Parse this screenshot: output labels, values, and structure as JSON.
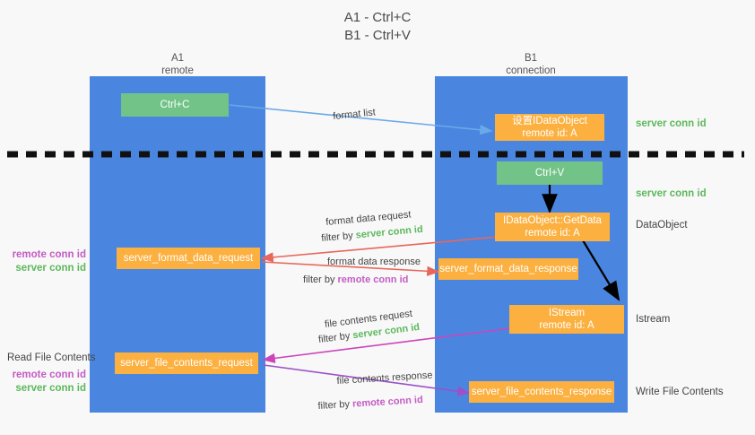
{
  "title": {
    "line1": "A1 - Ctrl+C",
    "line2": "B1 - Ctrl+V"
  },
  "columns": [
    {
      "name": "A1",
      "sub": "remote"
    },
    {
      "name": "B1",
      "sub": "connection"
    }
  ],
  "colors": {
    "lane": "#4a86e0",
    "green_box": "#72c387",
    "orange_box": "#fbb040",
    "server_conn_id": "#5cb85c",
    "remote_conn_id": "#c45bc4",
    "arrow_blue": "#6aa9e9",
    "arrow_red": "#e8665a",
    "arrow_magenta": "#cc44bb",
    "arrow_purple": "#9b51c9",
    "arrow_black": "#000000",
    "divider": "#111111",
    "background": "#f8f8f8"
  },
  "boxes": {
    "ctrl_c": {
      "line1": "Ctrl+C",
      "line2": ""
    },
    "set_dataobject": {
      "line1": "设置IDataObject",
      "line2": "remote id: A"
    },
    "ctrl_v": {
      "line1": "Ctrl+V",
      "line2": ""
    },
    "getdata": {
      "line1": "IDataObject::GetData",
      "line2": "remote id: A"
    },
    "istream": {
      "line1": "IStream",
      "line2": "remote id: A"
    },
    "server_format_data_request": {
      "line1": "server_format_data_request",
      "line2": ""
    },
    "server_format_data_response": {
      "line1": "server_format_data_response",
      "line2": ""
    },
    "server_file_contents_request": {
      "line1": "server_file_contents_request",
      "line2": ""
    },
    "server_file_contents_response": {
      "line1": "server_file_contents_response",
      "line2": ""
    }
  },
  "right_labels": {
    "server_conn_id_top": "server conn id",
    "server_conn_id_second": "server conn id",
    "dataobject": "DataObject",
    "istream": "Istream",
    "write_file_contents": "Write File Contents"
  },
  "left_labels": {
    "format_remote": "remote conn id",
    "format_server": "server conn id",
    "read_file_contents": "Read File Contents",
    "file_remote": "remote conn id",
    "file_server": "server conn id"
  },
  "edges": {
    "format_list": "format list",
    "format_data_request": "format data request",
    "format_data_request_filter_prefix": "filter by ",
    "format_data_request_filter_value": "server conn id",
    "format_data_response": "format data response",
    "format_data_response_filter_prefix": "filter by ",
    "format_data_response_filter_value": "remote conn id",
    "file_contents_request": "file contents request",
    "file_contents_request_filter_prefix": "filter by ",
    "file_contents_request_filter_value": "server conn id",
    "file_contents_response": "file contents response",
    "file_contents_response_filter_prefix": "filter by ",
    "file_contents_response_filter_value": "remote conn id"
  }
}
